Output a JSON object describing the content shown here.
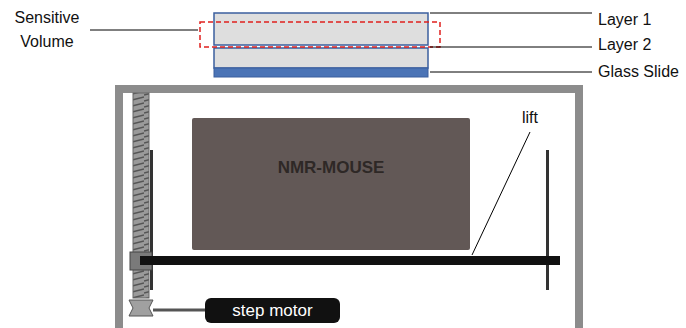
{
  "diagram": {
    "nodes": [
      {
        "text": [
          "NMR-MOUSE"
        ]
      },
      {
        "text": [
          "step motor"
        ]
      }
    ],
    "labels": [
      "Sensitive Volume",
      "Layer 1",
      "Layer 2",
      "Glass Slide",
      "lift"
    ]
  }
}
